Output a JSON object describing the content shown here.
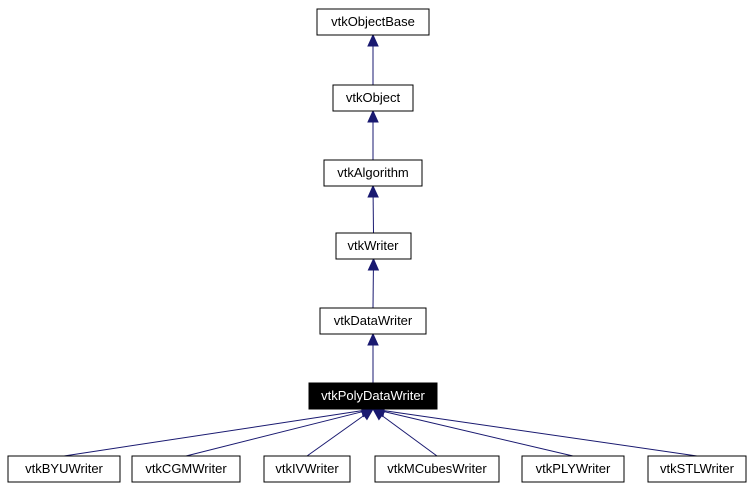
{
  "diagram": {
    "nodes": {
      "object_base": "vtkObjectBase",
      "object": "vtkObject",
      "algorithm": "vtkAlgorithm",
      "writer": "vtkWriter",
      "data_writer": "vtkDataWriter",
      "poly_data_writer": "vtkPolyDataWriter",
      "byu_writer": "vtkBYUWriter",
      "cgm_writer": "vtkCGMWriter",
      "iv_writer": "vtkIVWriter",
      "mcubes_writer": "vtkMCubesWriter",
      "ply_writer": "vtkPLYWriter",
      "stl_writer": "vtkSTLWriter"
    },
    "edges": [
      [
        "object",
        "object_base"
      ],
      [
        "algorithm",
        "object"
      ],
      [
        "writer",
        "algorithm"
      ],
      [
        "data_writer",
        "writer"
      ],
      [
        "poly_data_writer",
        "data_writer"
      ],
      [
        "byu_writer",
        "poly_data_writer"
      ],
      [
        "cgm_writer",
        "poly_data_writer"
      ],
      [
        "iv_writer",
        "poly_data_writer"
      ],
      [
        "mcubes_writer",
        "poly_data_writer"
      ],
      [
        "ply_writer",
        "poly_data_writer"
      ],
      [
        "stl_writer",
        "poly_data_writer"
      ]
    ],
    "colors": {
      "edge": "#191970",
      "highlight_fill": "#000000",
      "highlight_text": "#ffffff"
    }
  }
}
